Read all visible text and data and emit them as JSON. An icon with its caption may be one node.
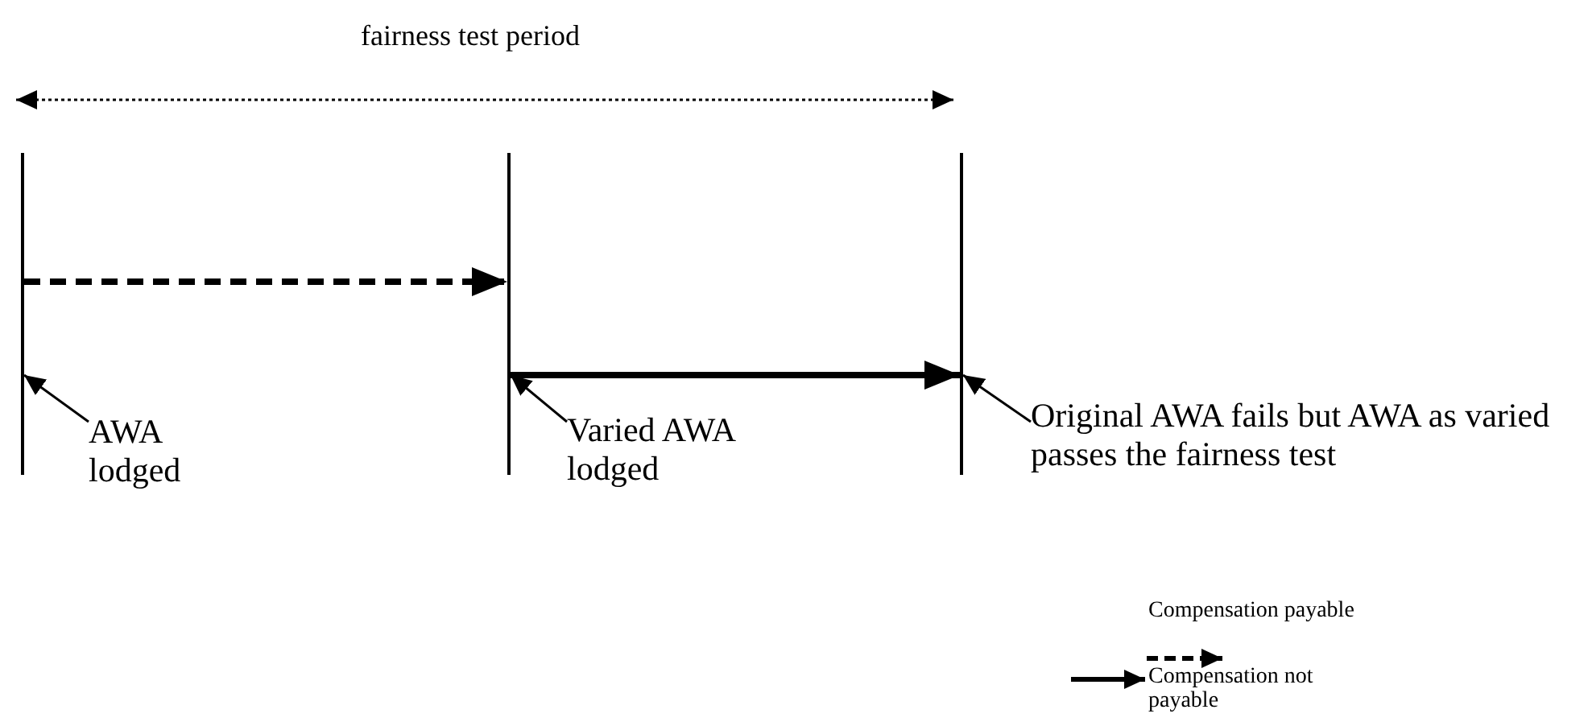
{
  "diagram": {
    "nodes": [
      {
        "text": [],
        "shape": "bar"
      },
      {
        "text": [],
        "shape": "bar"
      },
      {
        "text": [],
        "shape": "bar"
      },
      {
        "text": [
          "AWA lodged"
        ]
      },
      {
        "text": [
          "Varied AWA lodged"
        ]
      },
      {
        "text": [
          "Original AWA fails but AWA as varied passes the fairness test"
        ]
      }
    ],
    "edges": [
      {
        "from": 0,
        "to": 1,
        "arrow": "to",
        "style": "dashed"
      },
      {
        "from": 1,
        "to": 2,
        "arrow": "to",
        "style": "thick"
      },
      {
        "from": 3,
        "to": 0,
        "arrow": "to"
      },
      {
        "from": 4,
        "to": 1,
        "arrow": "to"
      },
      {
        "from": 5,
        "to": 2,
        "arrow": "to"
      }
    ],
    "labels": [
      "fairness test period"
    ],
    "legend": [
      {
        "text": "Compensation payable"
      },
      {
        "text": "Compensation not payable"
      }
    ]
  }
}
